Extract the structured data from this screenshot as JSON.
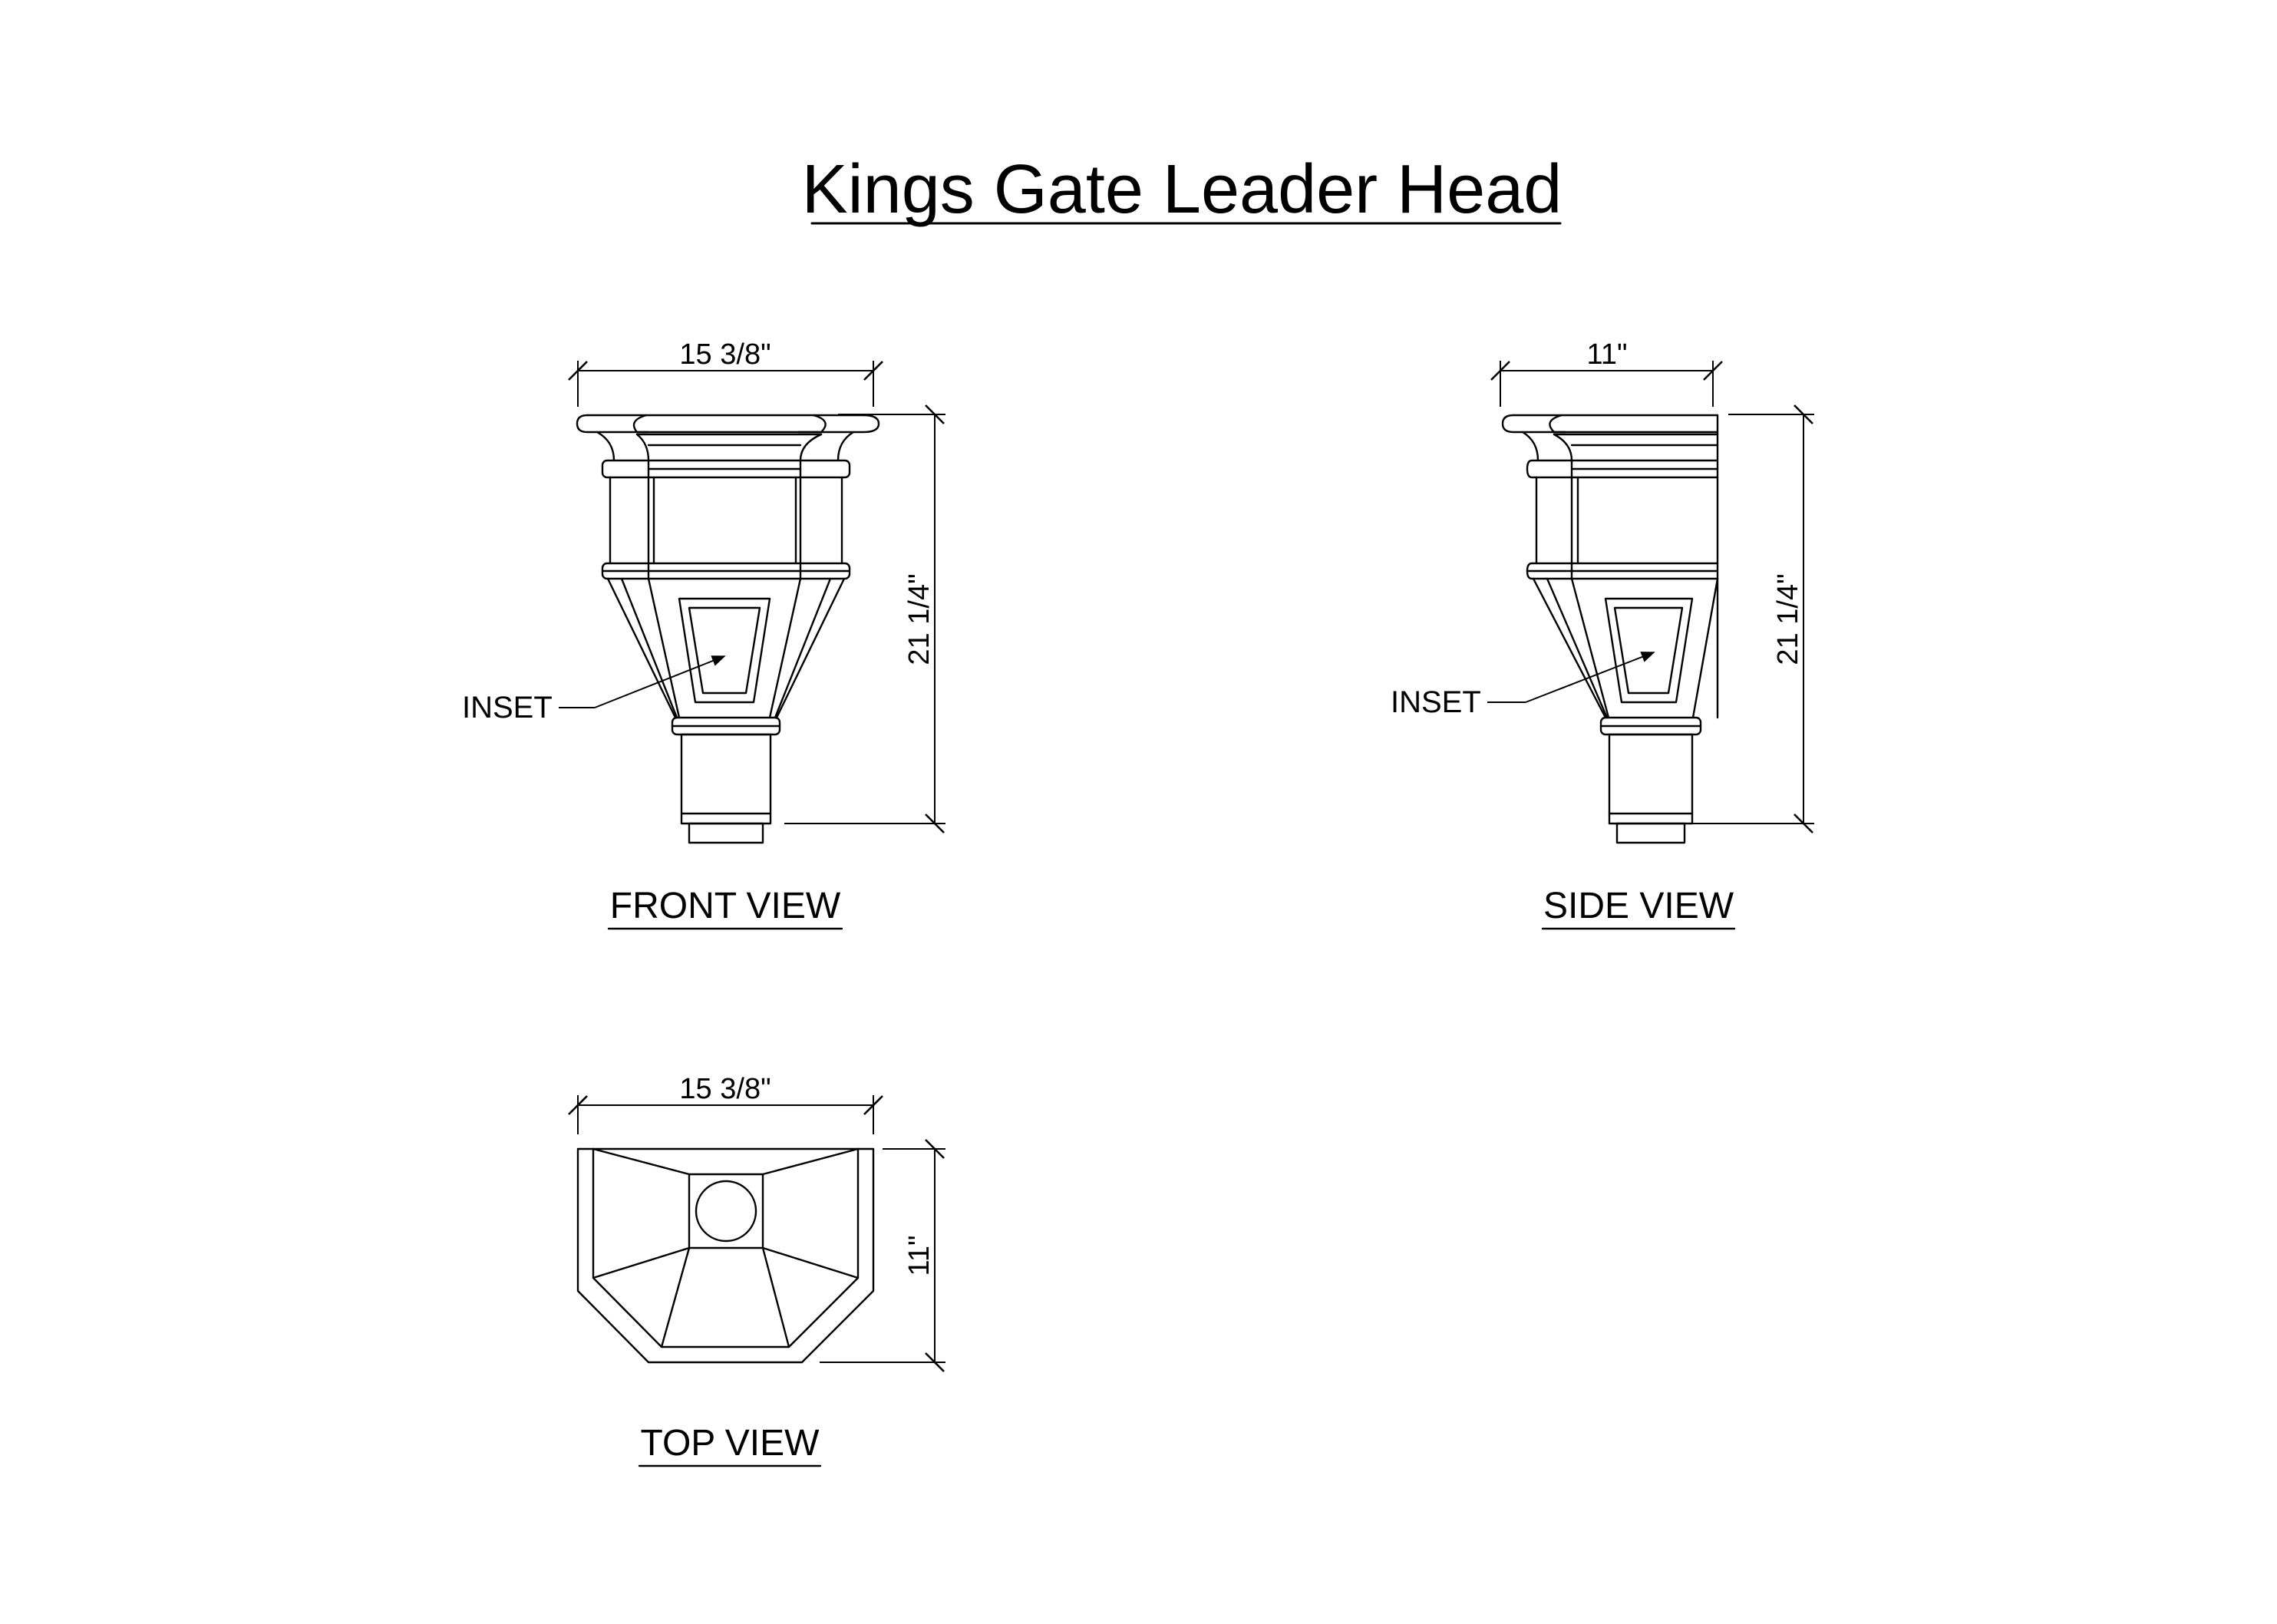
{
  "title": "Kings Gate Leader Head",
  "views": {
    "front": {
      "label": "FRONT VIEW",
      "width_dim": "15 3/8\"",
      "height_dim": "21 1/4\"",
      "callout": "INSET"
    },
    "side": {
      "label": "SIDE VIEW",
      "width_dim": "11\"",
      "height_dim": "21 1/4\"",
      "callout": "INSET"
    },
    "top": {
      "label": "TOP VIEW",
      "width_dim": "15 3/8\"",
      "depth_dim": "11\""
    }
  }
}
